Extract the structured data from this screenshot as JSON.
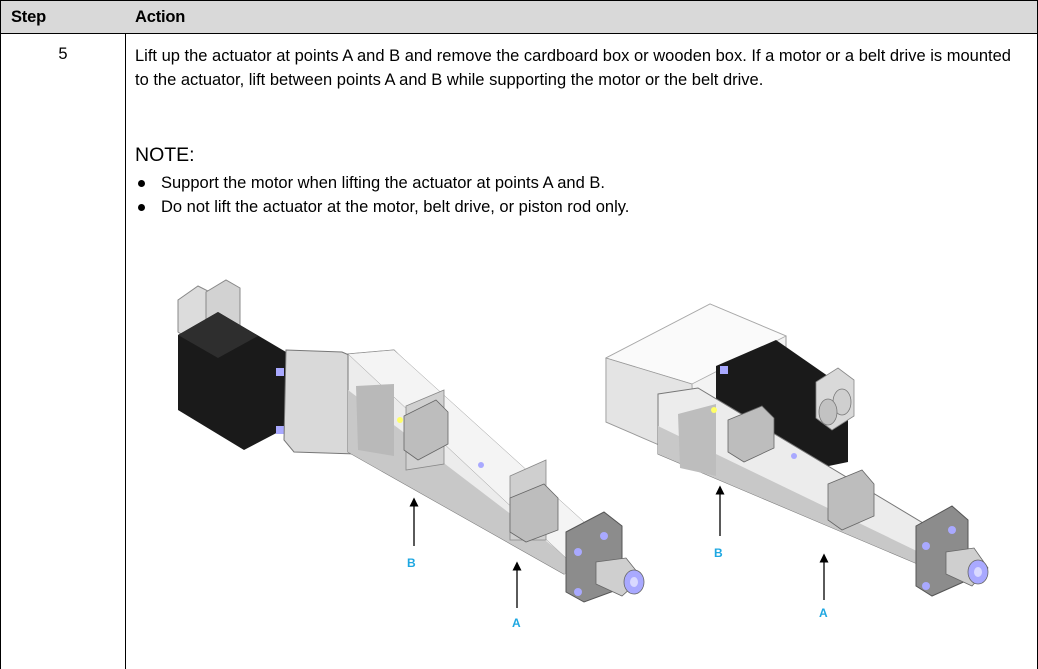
{
  "table": {
    "headers": {
      "step": "Step",
      "action": "Action"
    },
    "row": {
      "step": "5",
      "instruction": "Lift up the actuator at points A and B and remove the cardboard box or wooden box. If a motor or a belt drive is mounted to the actuator, lift between points A and B while supporting the motor or the belt drive.",
      "note_title": "NOTE:",
      "notes": [
        "Support the motor when lifting the actuator at points A and B.",
        "Do not lift the actuator at the motor, belt drive, or piston rod only."
      ]
    }
  },
  "figure": {
    "left": {
      "label_b": "B",
      "label_a": "A"
    },
    "right": {
      "label_b": "B",
      "label_a": "A"
    },
    "colors": {
      "label": "#1ea7e1",
      "motor": "#1a1a1a",
      "body": "#e9e9e9",
      "highlight": "#a9a9ff"
    }
  }
}
